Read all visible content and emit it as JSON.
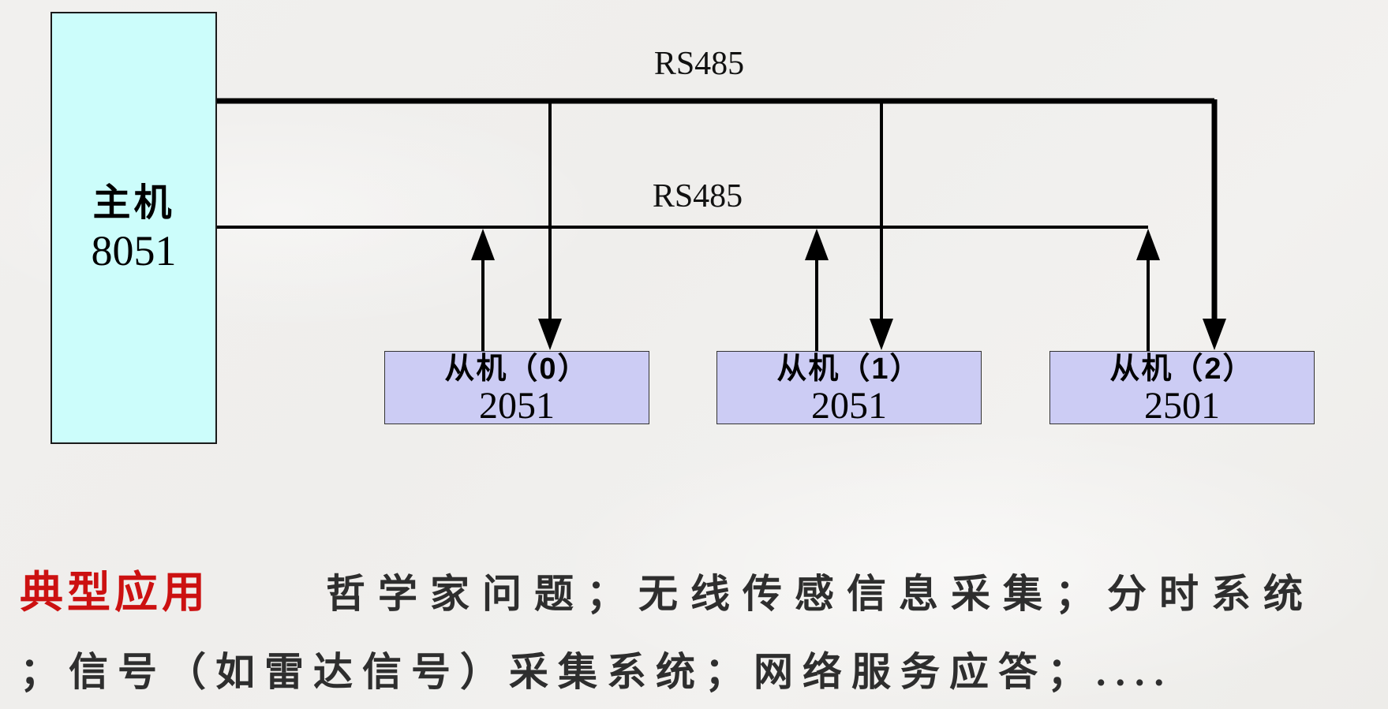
{
  "diagram": {
    "master": {
      "name": "主机",
      "chip": "8051"
    },
    "bus_labels": {
      "top": "RS485",
      "bottom": "RS485"
    },
    "slaves": [
      {
        "name": "从机（0）",
        "chip": "2051"
      },
      {
        "name": "从机（1）",
        "chip": "2051"
      },
      {
        "name": "从机（2）",
        "chip": "2501"
      }
    ],
    "colors": {
      "master_fill": "#ccfdfb",
      "slave_fill": "#ccccf4",
      "line": "#000000",
      "background": "#f0efed"
    }
  },
  "caption": {
    "heading": "典型应用",
    "heading_color": "#cc1111",
    "line1_text": "哲学家问题；无线传感信息采集；分时系统",
    "line2_text": "；信号（如雷达信号）采集系统；网络服务应答；...."
  }
}
